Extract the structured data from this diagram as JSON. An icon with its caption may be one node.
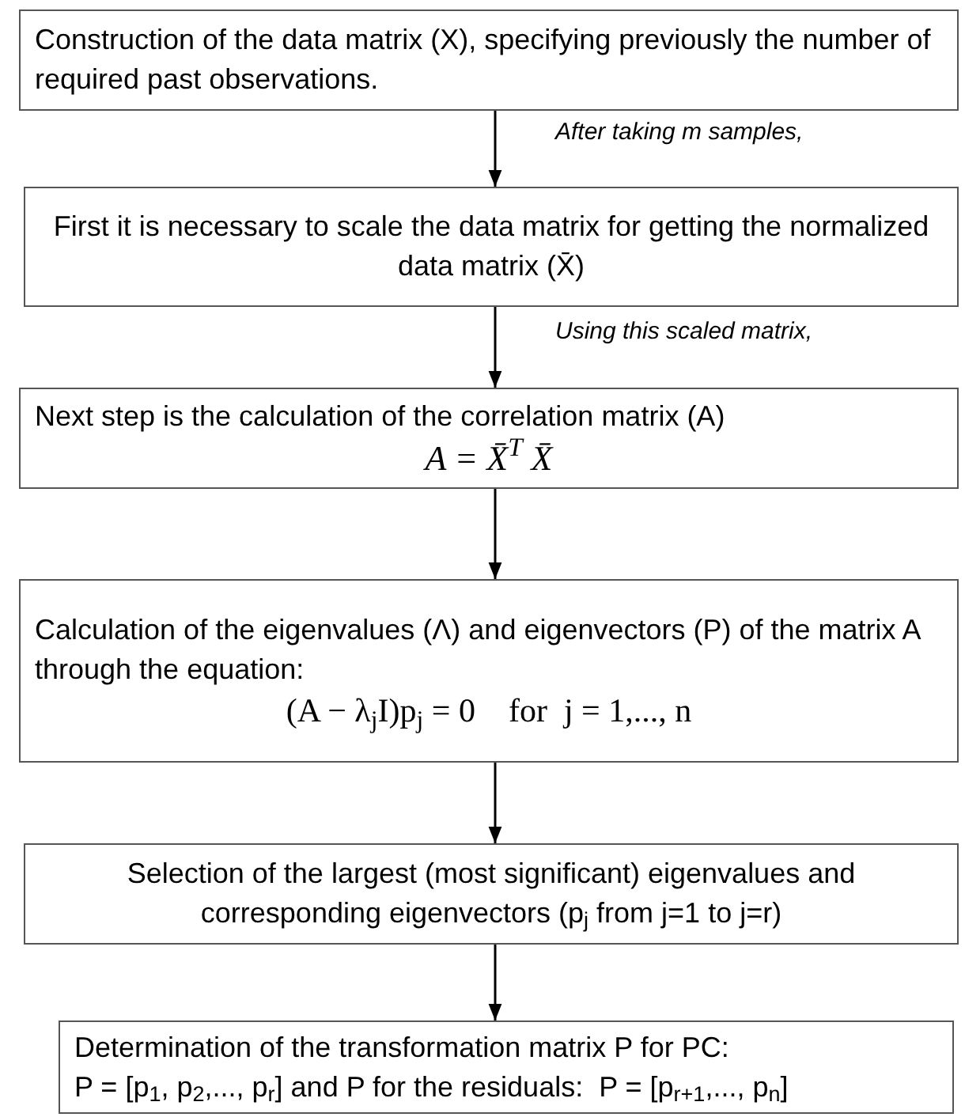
{
  "diagram": {
    "nodes": [
      {
        "text": [
          "Construction of the data matrix (X), specifying previously the number of required past observations."
        ]
      },
      {
        "text": [
          "First it is necessary to scale the data matrix for getting the normalized data matrix (X̄)"
        ]
      },
      {
        "text": [
          "Next step is the calculation of the correlation matrix (A)",
          "A = X̄$^{T}$ X̄"
        ]
      },
      {
        "text": [
          "Calculation of the eigenvalues (Λ) and eigenvectors (P) of the matrix A through the equation:",
          "(A − λ$_{j}$I)p$_{j}$ = 0    for  j = 1,..., n"
        ]
      },
      {
        "text": [
          "Selection of the largest (most significant) eigenvalues and corresponding eigenvectors (p$_{j}$ from j=1 to j=r)"
        ]
      },
      {
        "text": [
          "Determination of the transformation matrix P for PC:",
          "P = [p$_{1}$, p$_{2}$,..., p$_{r}$] and P for the residuals:  P = [p$_{r+1}$,..., p$_{n}$]"
        ]
      }
    ],
    "edges": [
      {
        "from": 0,
        "to": 1,
        "arrow": "to",
        "label": "After taking m samples,"
      },
      {
        "from": 1,
        "to": 2,
        "arrow": "to",
        "label": "Using this scaled matrix,"
      },
      {
        "from": 2,
        "to": 3,
        "arrow": "to"
      },
      {
        "from": 3,
        "to": 4,
        "arrow": "to"
      },
      {
        "from": 4,
        "to": 5,
        "arrow": "to"
      }
    ]
  }
}
